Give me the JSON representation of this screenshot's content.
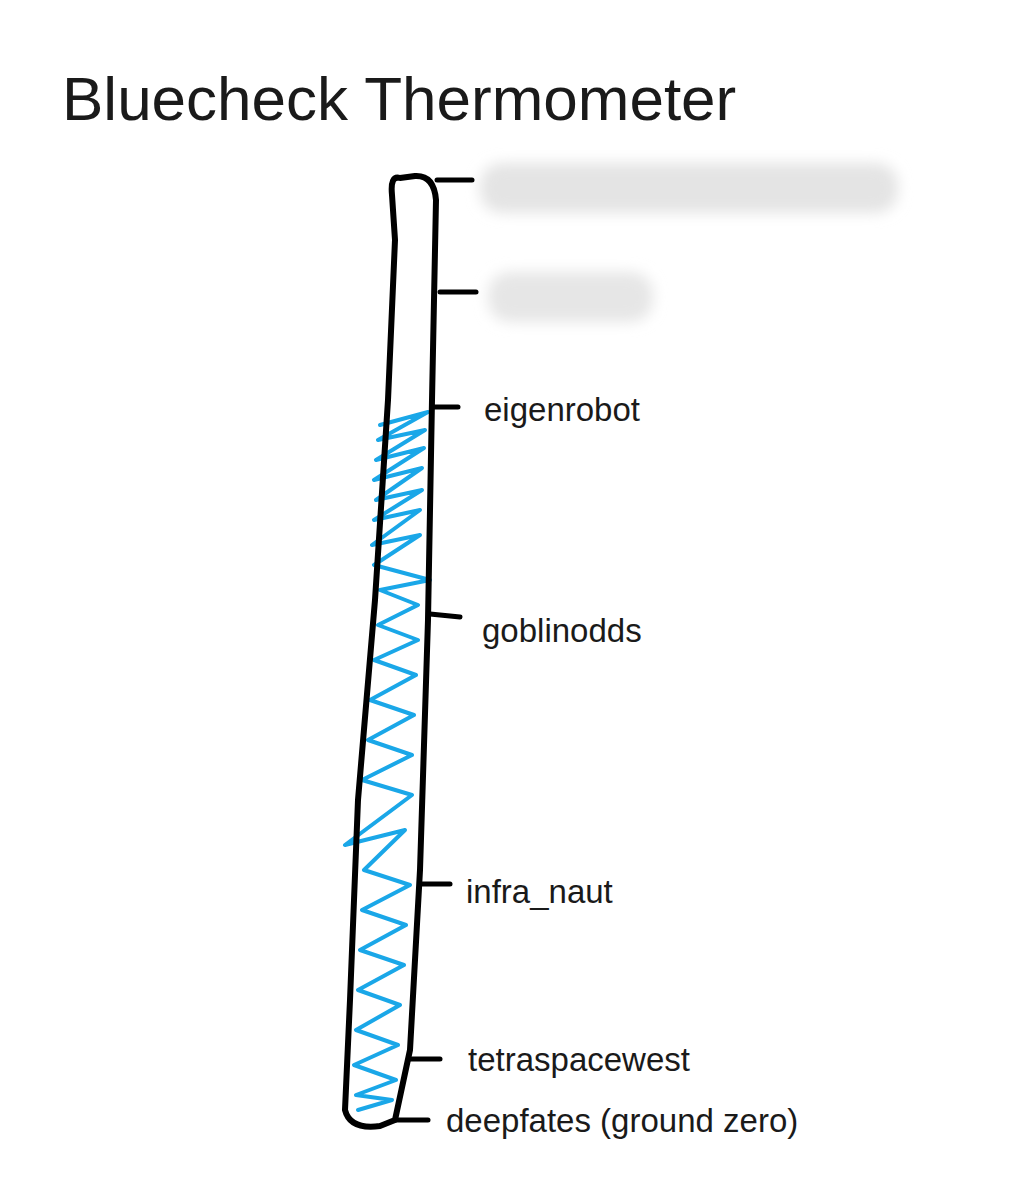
{
  "diagram": {
    "title": "Bluecheck Thermometer",
    "labels": [
      "eigenrobot",
      "goblinodds",
      "infra_naut",
      "tetraspacewest",
      "deepfates (ground zero)"
    ]
  }
}
